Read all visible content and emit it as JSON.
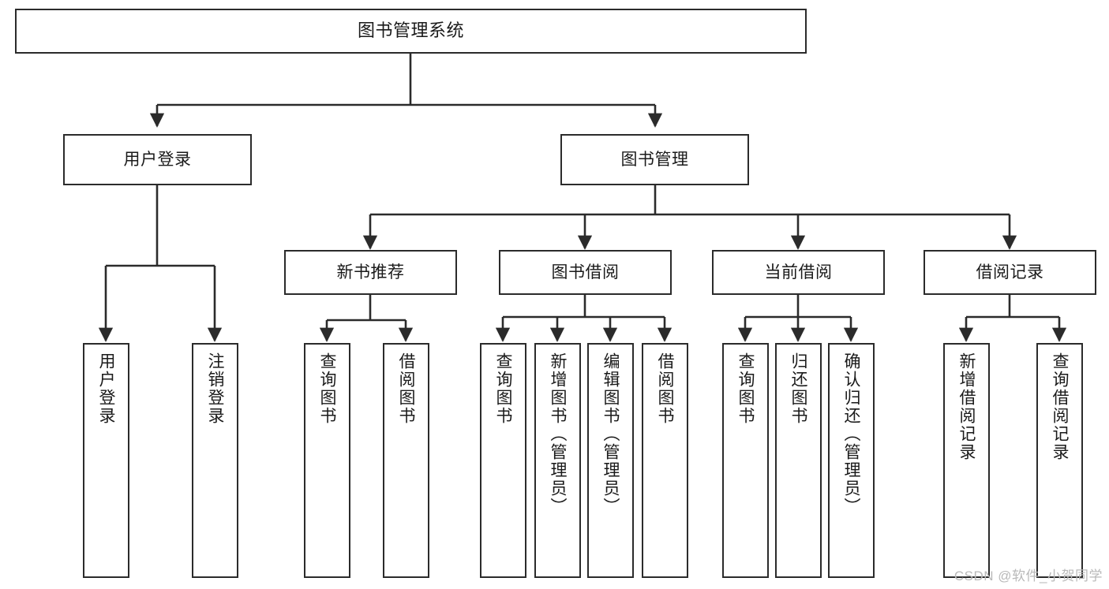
{
  "diagram": {
    "title": "图书管理系统",
    "type": "tree-hierarchy-chart",
    "root": {
      "label": "图书管理系统"
    },
    "level2": [
      {
        "label": "用户登录"
      },
      {
        "label": "图书管理"
      }
    ],
    "level3": [
      {
        "label": "新书推荐"
      },
      {
        "label": "图书借阅"
      },
      {
        "label": "当前借阅"
      },
      {
        "label": "借阅记录"
      }
    ],
    "leaves": {
      "user_login": [
        {
          "label": "用户登录"
        },
        {
          "label": "注销登录"
        }
      ],
      "new_book_recommend": [
        {
          "label": "查询图书"
        },
        {
          "label": "借阅图书"
        }
      ],
      "book_borrow": [
        {
          "label": "查询图书"
        },
        {
          "label": "新增图书（管理员）"
        },
        {
          "label": "编辑图书（管理员）"
        },
        {
          "label": "借阅图书"
        }
      ],
      "current_borrow": [
        {
          "label": "查询图书"
        },
        {
          "label": "归还图书"
        },
        {
          "label": "确认归还（管理员）"
        }
      ],
      "borrow_record": [
        {
          "label": "新增借阅记录"
        },
        {
          "label": "查询借阅记录"
        }
      ]
    }
  },
  "watermark": {
    "text": "CSDN @软件_小贺同学"
  },
  "colors": {
    "border": "#2b2b2b",
    "text": "#1a1a1a",
    "background": "#ffffff",
    "watermark": "#b9b9b9"
  }
}
